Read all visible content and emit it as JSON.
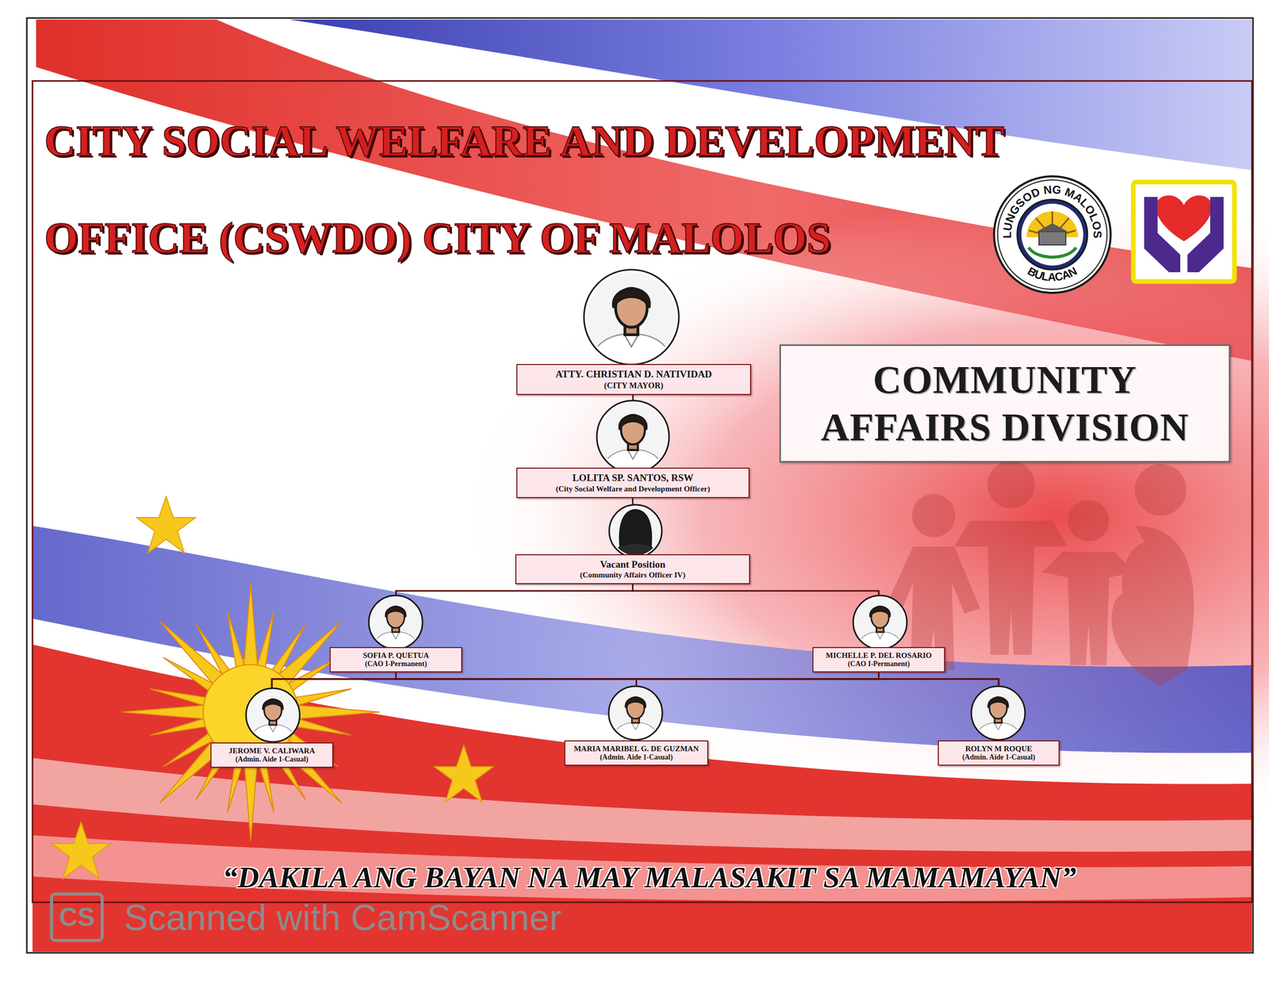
{
  "diagram": {
    "title": "CITY SOCIAL WELFARE AND DEVELOPMENT OFFICE (CSWDO) CITY OF MALOLOS",
    "caption": "“DAKILA ANG BAYAN NA MAY MALASAKIT SA MAMAMAYAN”",
    "nodes": [
      {
        "text": [
          "ATTY. CHRISTIAN D. NATIVIDAD",
          "(CITY MAYOR)"
        ]
      },
      {
        "text": [
          "COMMUNITY AFFAIRS DIVISION"
        ]
      },
      {
        "text": [
          "LOLITA SP. SANTOS, RSW",
          "(City Social Welfare and Development Officer)"
        ]
      },
      {
        "text": [
          "Vacant Position",
          "(Community Affairs Officer IV)"
        ]
      },
      {
        "text": [
          "SOFIA P. QUETUA",
          "(CAO I-Permanent)"
        ]
      },
      {
        "text": [
          "MICHELLE P. DEL ROSARIO",
          "(CAO I-Permanent)"
        ]
      },
      {
        "text": [
          "JEROME V. CALIWARA",
          "(Admin. Aide 1-Casual)"
        ]
      },
      {
        "text": [
          "MARIA MARIBEL G. DE GUZMAN",
          "(Admin. Aide 1-Casual)"
        ]
      },
      {
        "text": [
          "ROLYN M ROQUE",
          "(Admin. Aide 1-Casual)"
        ]
      }
    ],
    "edges": [
      {
        "from": 0,
        "to": 2,
        "arrow": "none"
      },
      {
        "from": 2,
        "to": 3,
        "arrow": "none"
      },
      {
        "from": 3,
        "to": 4,
        "arrow": "none"
      },
      {
        "from": 3,
        "to": 5,
        "arrow": "none"
      },
      {
        "from": 4,
        "to": 6,
        "arrow": "none"
      },
      {
        "from": 4,
        "to": 7,
        "arrow": "none"
      },
      {
        "from": 4,
        "to": 8,
        "arrow": "none"
      },
      {
        "from": 5,
        "to": 6,
        "arrow": "none"
      },
      {
        "from": 5,
        "to": 7,
        "arrow": "none"
      },
      {
        "from": 5,
        "to": 8,
        "arrow": "none"
      }
    ],
    "labels": [
      "LUNGSOD NG MALOLOS",
      "BULACAN",
      "CS",
      "Scanned with CamScanner"
    ]
  }
}
